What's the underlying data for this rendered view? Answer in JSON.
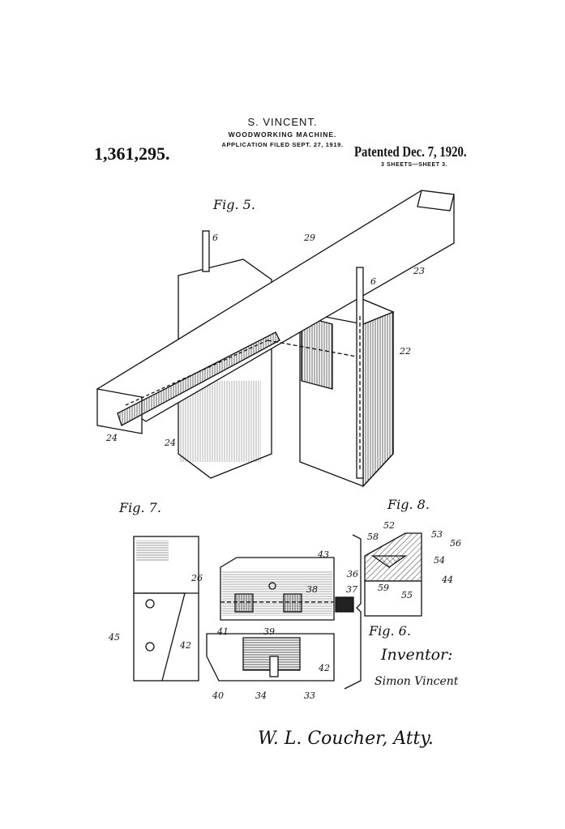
{
  "header": {
    "inventor_name": "S. VINCENT.",
    "title": "WOODWORKING MACHINE.",
    "filed": "APPLICATION FILED SEPT. 27, 1919.",
    "patent_number": "1,361,295.",
    "patented": "Patented Dec. 7, 1920.",
    "sheets": "3 SHEETS—SHEET 3."
  },
  "figures": {
    "fig5": {
      "label": "Fig. 5.",
      "refs": [
        "6",
        "29",
        "23",
        "6",
        "22",
        "24",
        "24"
      ]
    },
    "fig7": {
      "label": "Fig. 7.",
      "refs": [
        "26",
        "45",
        "42"
      ]
    },
    "fig6": {
      "label": "Fig. 6.",
      "refs": [
        "43",
        "36",
        "38",
        "37",
        "39",
        "41",
        "42",
        "40",
        "34",
        "33"
      ]
    },
    "fig8": {
      "label": "Fig. 8.",
      "refs": [
        "52",
        "53",
        "56",
        "58",
        "54",
        "44",
        "59",
        "55"
      ]
    }
  },
  "footer": {
    "inventor_heading": "Inventor:",
    "inventor_signature": "Simon Vincent",
    "attorney_signature": "W. L. Coucher, Atty."
  }
}
